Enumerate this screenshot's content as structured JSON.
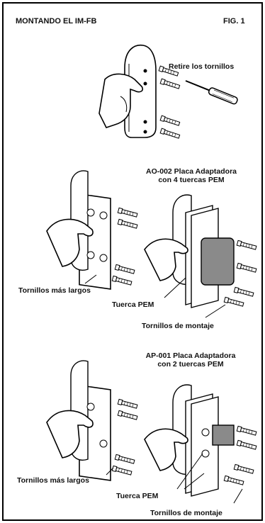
{
  "header": {
    "title": "MONTANDO EL IM-FB",
    "figure": "FIG. 1"
  },
  "step1": {
    "label": "Retire los tornillos"
  },
  "step2": {
    "title_line1": "AO-002 Placa Adaptadora",
    "title_line2": "con 4 tuercas PEM",
    "longer_screws": "Tornillos más largos",
    "pem_nut": "Tuerca PEM",
    "mount_screws": "Tornillos de montaje"
  },
  "step3": {
    "title_line1": "AP-001 Placa Adaptadora",
    "title_line2": "con 2 tuercas PEM",
    "longer_screws": "Tornillos más largos",
    "pem_nut": "Tuerca PEM",
    "mount_screws": "Tornillos de montaje"
  }
}
